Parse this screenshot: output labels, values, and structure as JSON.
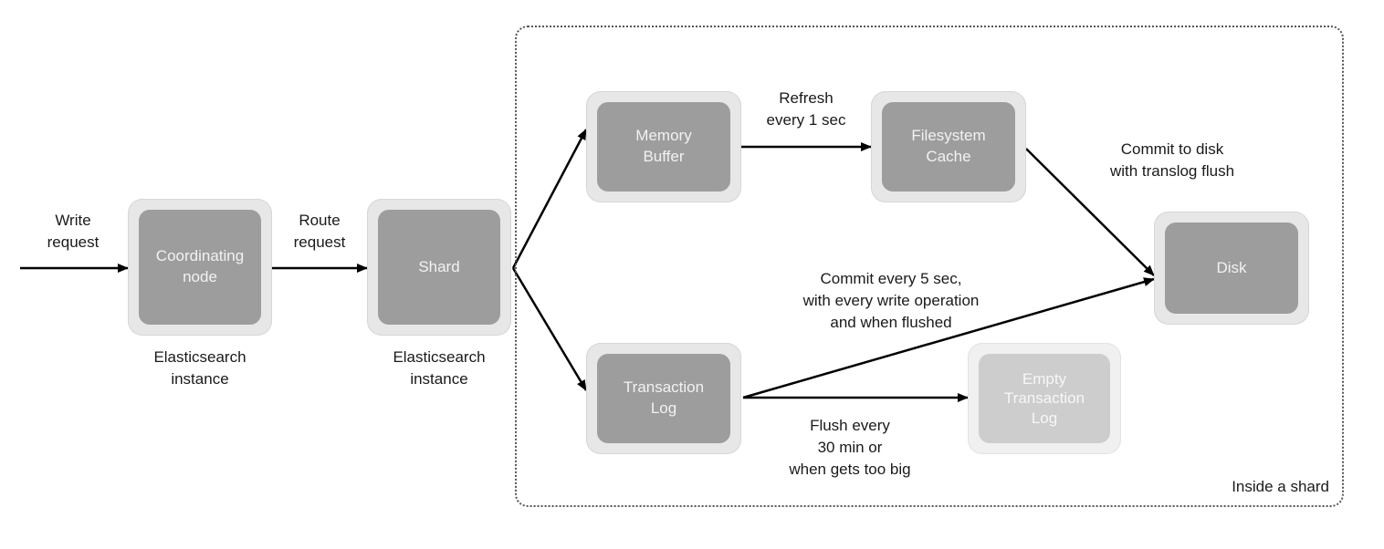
{
  "region": {
    "label": "Inside a shard"
  },
  "nodes": {
    "coordinating": {
      "label": "Coordinating\nnode",
      "caption": "Elasticsearch\ninstance"
    },
    "shard": {
      "label": "Shard",
      "caption": "Elasticsearch\ninstance"
    },
    "memory_buffer": {
      "label": "Memory\nBuffer"
    },
    "filesystem_cache": {
      "label": "Filesystem\nCache"
    },
    "disk": {
      "label": "Disk"
    },
    "transaction_log": {
      "label": "Transaction\nLog"
    },
    "empty_transaction_log": {
      "label": "Empty\nTransaction\nLog"
    }
  },
  "edges": {
    "write_request": "Write\nrequest",
    "route_request": "Route\nrequest",
    "refresh": "Refresh\nevery 1 sec",
    "commit_translog": "Commit to disk\nwith translog flush",
    "commit_every": "Commit every 5 sec,\nwith every write operation\nand when flushed",
    "flush_every": "Flush every\n30 min or\nwhen gets too big"
  }
}
